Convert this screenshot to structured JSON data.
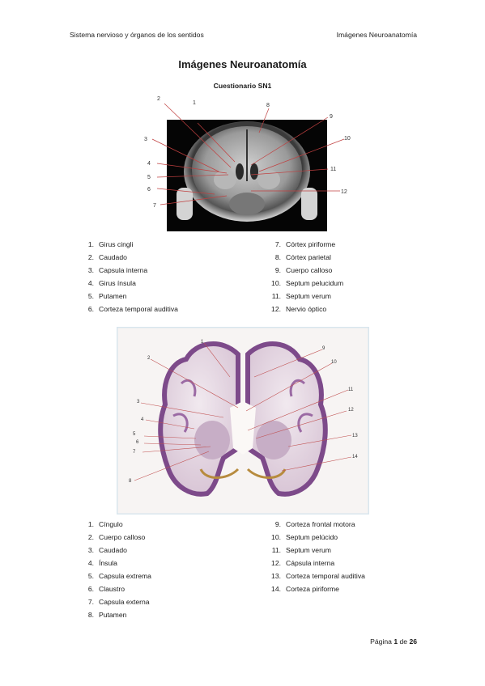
{
  "header": {
    "left": "Sistema nervioso y órganos de los sentidos",
    "right": "Imágenes Neuroanatomía"
  },
  "title": "Imágenes Neuroanatomía",
  "subtitle": "Cuestionario SN1",
  "figure1": {
    "image_kind": "mri-coronal",
    "labels": [
      "1",
      "2",
      "3",
      "4",
      "5",
      "6",
      "7",
      "8",
      "9",
      "10",
      "11",
      "12"
    ],
    "list_left": [
      {
        "num": "1.",
        "text": "Girus cingli"
      },
      {
        "num": "2.",
        "text": "Caudado"
      },
      {
        "num": "3.",
        "text": "Capsula interna"
      },
      {
        "num": "4.",
        "text": "Girus ínsula"
      },
      {
        "num": "5.",
        "text": "Putamen"
      },
      {
        "num": "6.",
        "text": "Corteza temporal auditiva"
      }
    ],
    "list_right": [
      {
        "num": "7.",
        "text": "Córtex piriforme"
      },
      {
        "num": "8.",
        "text": "Córtex parietal"
      },
      {
        "num": "9.",
        "text": "Cuerpo calloso"
      },
      {
        "num": "10.",
        "text": "Septum pelucidum"
      },
      {
        "num": "11.",
        "text": "Septum verum"
      },
      {
        "num": "12.",
        "text": "Nervio óptico"
      }
    ]
  },
  "figure2": {
    "image_kind": "histology-coronal",
    "labels": [
      "1",
      "2",
      "3",
      "4",
      "5",
      "6",
      "7",
      "8",
      "9",
      "10",
      "11",
      "12",
      "13",
      "14"
    ],
    "list_left": [
      {
        "num": "1.",
        "text": "Cíngulo"
      },
      {
        "num": "2.",
        "text": "Cuerpo calloso"
      },
      {
        "num": "3.",
        "text": "Caudado"
      },
      {
        "num": "4.",
        "text": "Ínsula"
      },
      {
        "num": "5.",
        "text": "Capsula extrema"
      },
      {
        "num": "6.",
        "text": "Claustro"
      },
      {
        "num": "7.",
        "text": "Capsula externa"
      },
      {
        "num": "8.",
        "text": "Putamen"
      }
    ],
    "list_right": [
      {
        "num": "9.",
        "text": "Corteza frontal motora"
      },
      {
        "num": "10.",
        "text": "Septum pelúcido"
      },
      {
        "num": "11.",
        "text": "Septum verum"
      },
      {
        "num": "12.",
        "text": "Cápsula interna"
      },
      {
        "num": "13.",
        "text": "Corteza temporal auditiva"
      },
      {
        "num": "14.",
        "text": "Corteza piriforme"
      }
    ]
  },
  "footer": {
    "prefix": "Página",
    "page": "1",
    "sep": "de",
    "total": "26"
  }
}
